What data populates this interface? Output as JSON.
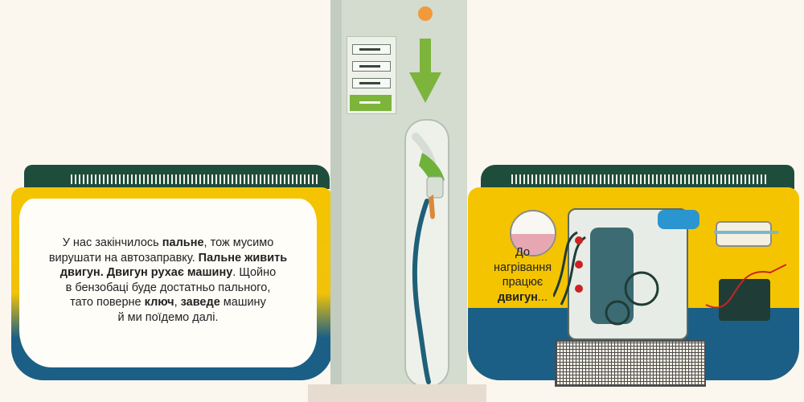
{
  "story": {
    "segments": [
      {
        "text": "У нас закінчилось ",
        "bold": false
      },
      {
        "text": "пальне",
        "bold": true
      },
      {
        "text": ", тож мусимо вирушати на автозаправку. ",
        "bold": false
      },
      {
        "text": "Пальне живить двигун. Двигун рухає машину",
        "bold": true
      },
      {
        "text": ". Щойно в бензобаці буде достатньо пального, тато поверне ",
        "bold": false
      },
      {
        "text": "ключ",
        "bold": true
      },
      {
        "text": ", ",
        "bold": false
      },
      {
        "text": "заведе",
        "bold": true
      },
      {
        "text": " машину й ми поїдемо далі.",
        "bold": false
      }
    ],
    "line1a": "У нас закінчилось ",
    "line1b": "пальне",
    "line1c": ", тож мусимо",
    "line2a": "вирушати на автозаправку. ",
    "line2b": "Пальне живить",
    "line3a": "двигун. Двигун рухає машину",
    "line3b": ". Щойно",
    "line4": "в бензобаці буде достатньо пального,",
    "line5a": "тато поверне ",
    "line5b": "ключ",
    "line5c": ", ",
    "line5d": "заведе",
    "line5e": " машину",
    "line6": "й ми поїдемо далі."
  },
  "engine_caption": {
    "line1": "До",
    "line2": "нагрівання",
    "line3": "працює",
    "line4_bold": "двигун",
    "line4_rest": "..."
  },
  "colors": {
    "car_yellow": "#f4c400",
    "car_blue": "#1b5f86",
    "roof_green": "#1f4d3c",
    "arrow_green": "#7cb43c",
    "indicator_orange": "#f29a3a"
  },
  "icons": [
    "down-arrow-icon",
    "fuel-nozzle-icon",
    "indicator-dot-icon"
  ]
}
